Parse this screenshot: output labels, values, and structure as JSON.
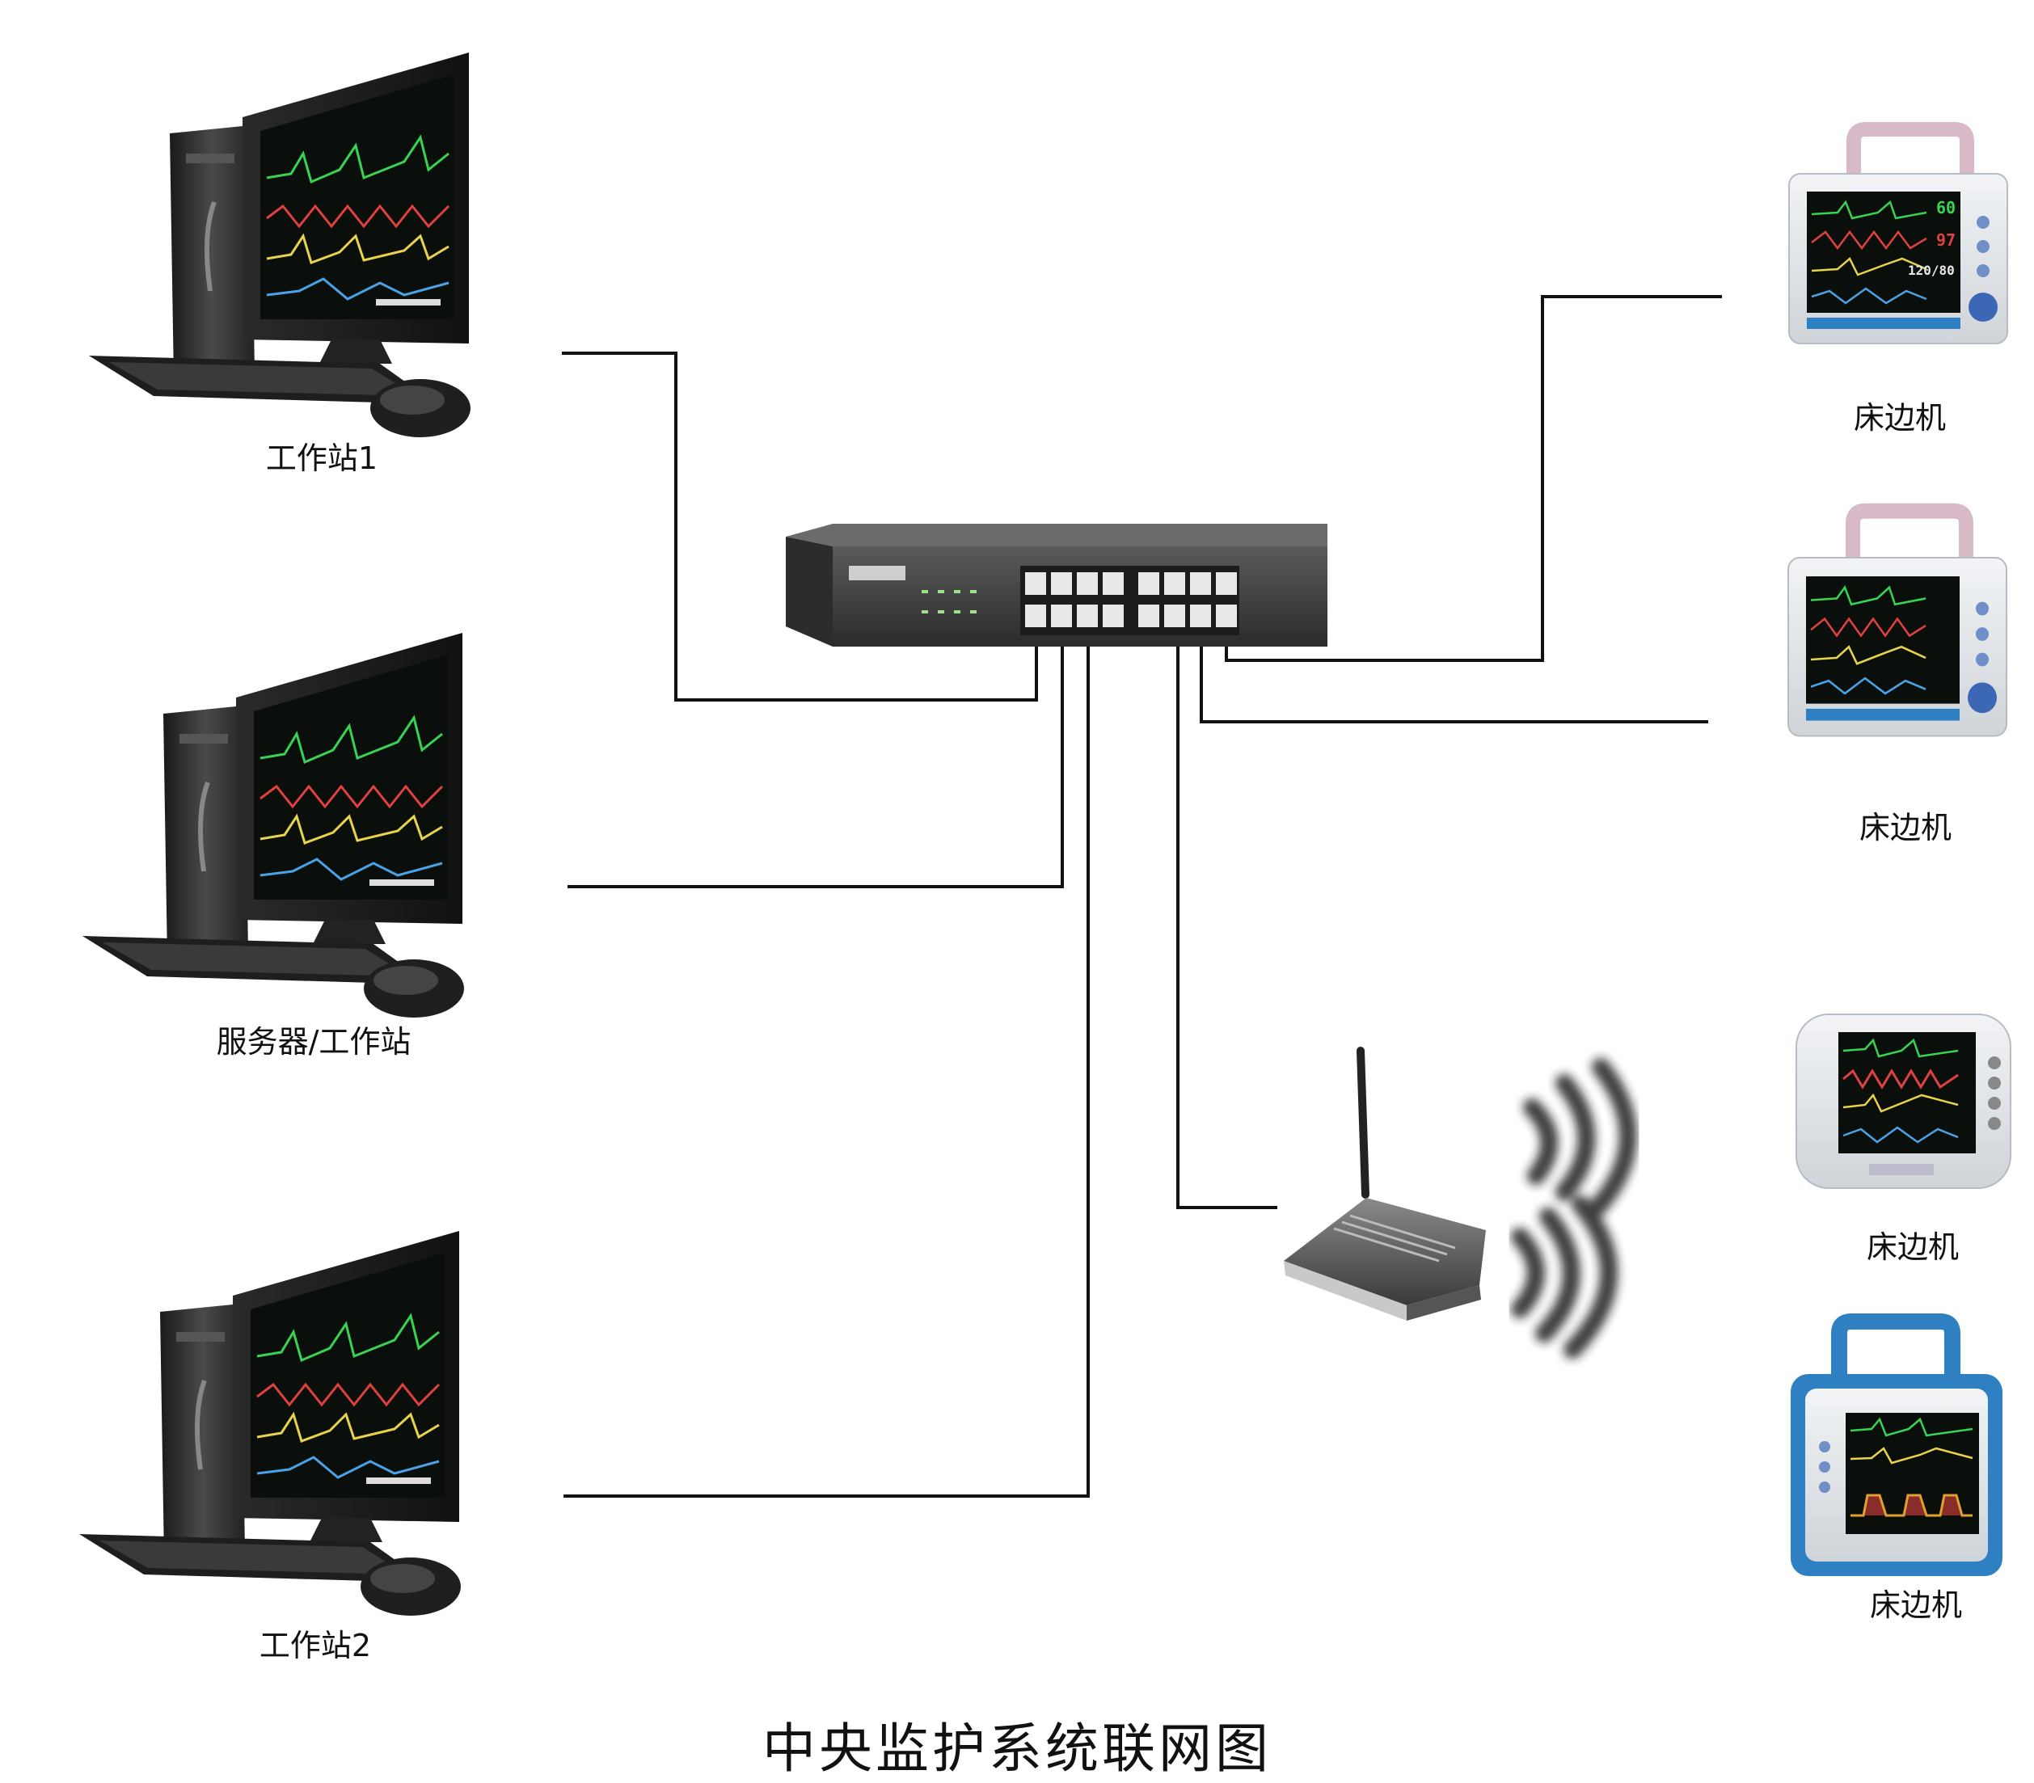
{
  "title": "中央监护系统联网图",
  "workstations": [
    {
      "label": "工作站1"
    },
    {
      "label": "服务器/工作站"
    },
    {
      "label": "工作站2"
    }
  ],
  "monitors": [
    {
      "label": "床边机"
    },
    {
      "label": "床边机"
    },
    {
      "label": "床边机"
    },
    {
      "label": "床边机"
    }
  ],
  "monitor_screen": {
    "values": [
      "60",
      "97",
      "120/80"
    ]
  },
  "colors": {
    "line": "#111111",
    "screen_bg": "#0b0f0b",
    "trace_green": "#39d353",
    "trace_red": "#e04040",
    "trace_yellow": "#e8d44a",
    "device_gray": "#3c3c3c",
    "monitor_shell": "#e6e9ec",
    "monitor_blue": "#2f7fc3"
  }
}
